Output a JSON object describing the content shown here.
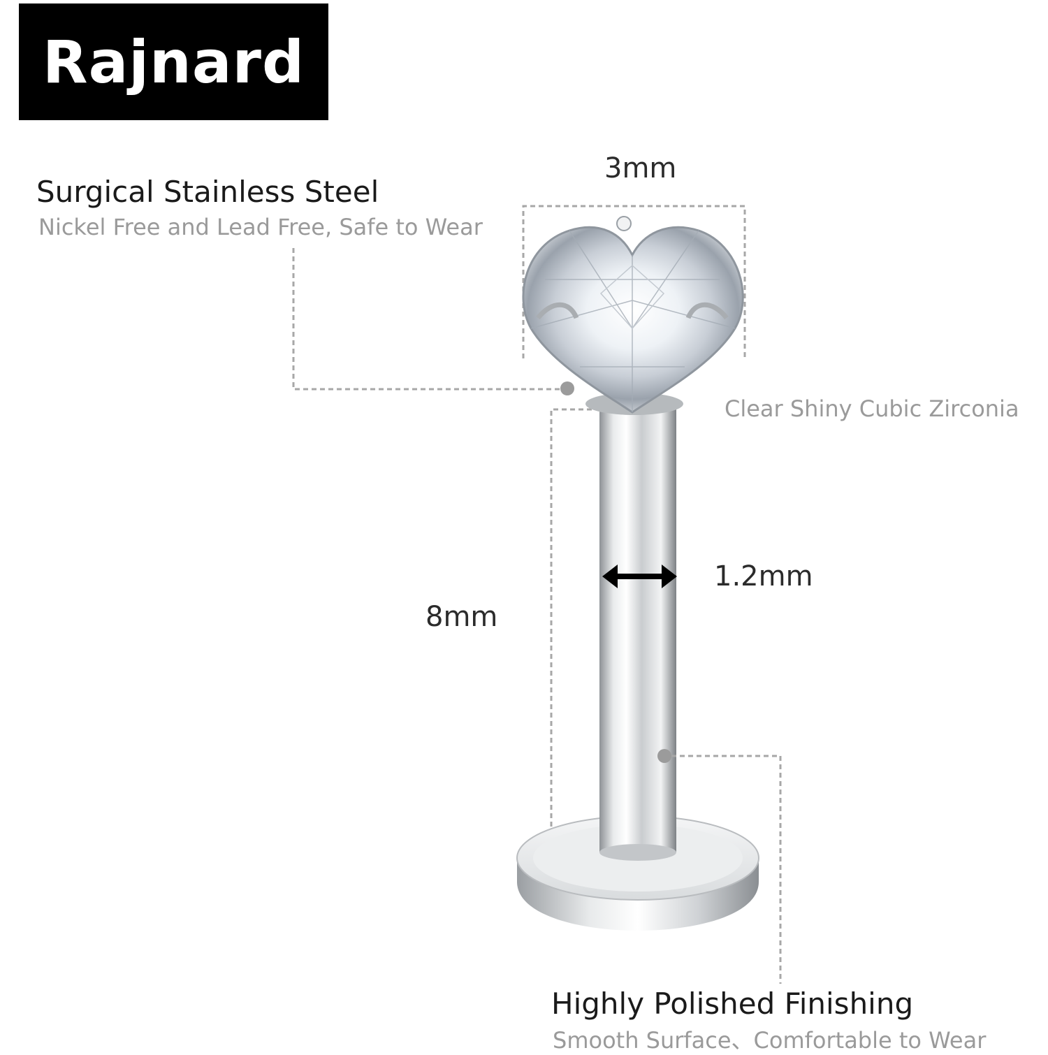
{
  "brand": {
    "name": "Rajnard"
  },
  "callouts": {
    "material": {
      "title": "Surgical Stainless Steel",
      "subtitle": "Nickel Free and Lead Free, Safe to Wear"
    },
    "stone": {
      "label": "Clear Shiny Cubic Zirconia"
    },
    "finish": {
      "title": "Highly Polished Finishing",
      "subtitle": "Smooth Surface、Comfortable to Wear"
    }
  },
  "dimensions": {
    "top_width": "3mm",
    "bar_diameter": "1.2mm",
    "bar_length": "8mm"
  },
  "icons": [
    "heart-gem-icon",
    "double-arrow-icon"
  ]
}
